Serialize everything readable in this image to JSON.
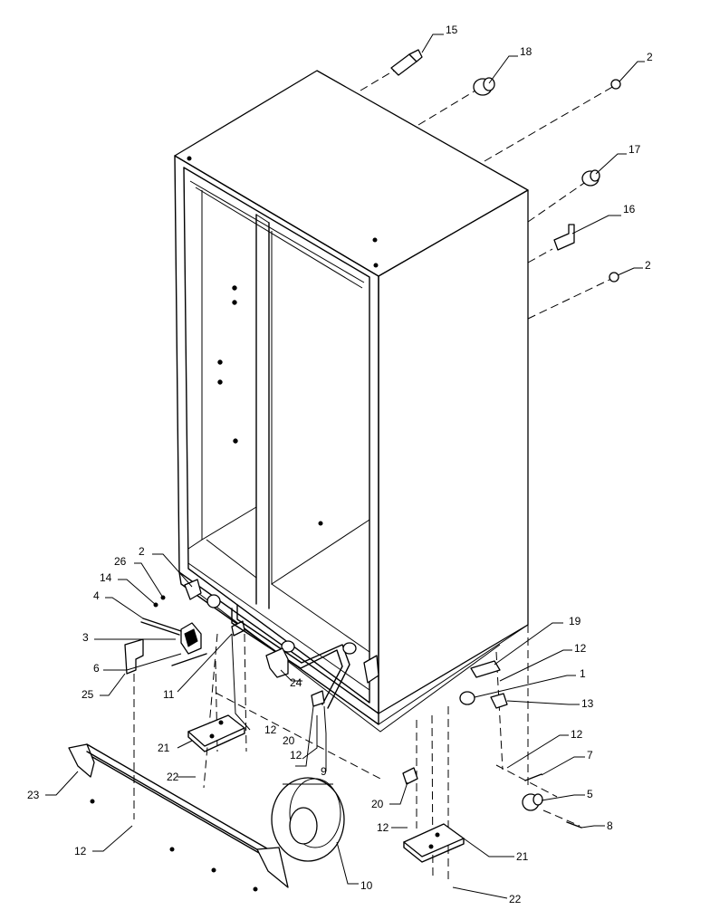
{
  "callouts": {
    "c15": "15",
    "c18": "18",
    "c2a": "2",
    "c17": "17",
    "c16": "16",
    "c2b": "2",
    "c2c": "2",
    "c26": "26",
    "c14": "14",
    "c4": "4",
    "c3": "3",
    "c6": "6",
    "c25": "25",
    "c11": "11",
    "c24": "24",
    "c12a": "12",
    "c21a": "21",
    "c22a": "22",
    "c23": "23",
    "c12b": "12",
    "c20a": "20",
    "c12c": "12",
    "c9": "9",
    "c10": "10",
    "c20b": "20",
    "c12d": "12",
    "c21b": "21",
    "c22b": "22",
    "c19": "19",
    "c12e": "12",
    "c1": "1",
    "c13": "13",
    "c12f": "12",
    "c7": "7",
    "c5": "5",
    "c8": "8"
  }
}
